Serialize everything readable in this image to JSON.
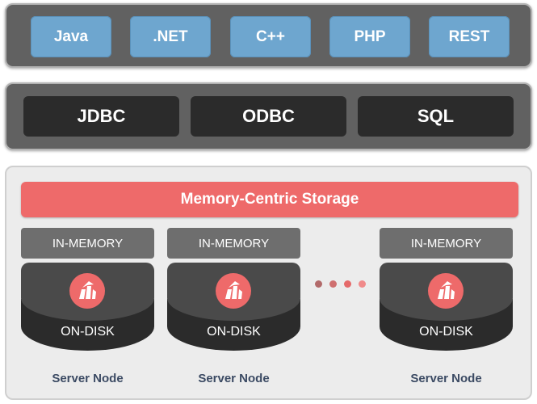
{
  "languages": [
    "Java",
    ".NET",
    "C++",
    "PHP",
    "REST"
  ],
  "drivers": [
    "JDBC",
    "ODBC",
    "SQL"
  ],
  "storage": {
    "title": "Memory-Centric Storage",
    "nodes": [
      {
        "memory_label": "IN-MEMORY",
        "disk_label": "ON-DISK",
        "caption": "Server Node"
      },
      {
        "memory_label": "IN-MEMORY",
        "disk_label": "ON-DISK",
        "caption": "Server Node"
      },
      {
        "memory_label": "IN-MEMORY",
        "disk_label": "ON-DISK",
        "caption": "Server Node"
      }
    ],
    "ellipsis_dot_colors": [
      "#b26a6a",
      "#cf6f6f",
      "#e56a6a",
      "#f08a8a"
    ]
  },
  "colors": {
    "language_button": "#6ea6cf",
    "driver_button": "#2b2b2b",
    "accent": "#ee6a6a",
    "band_dark": "#616161"
  },
  "icons": {
    "node_logo": "ignite-flame-logo-icon"
  }
}
